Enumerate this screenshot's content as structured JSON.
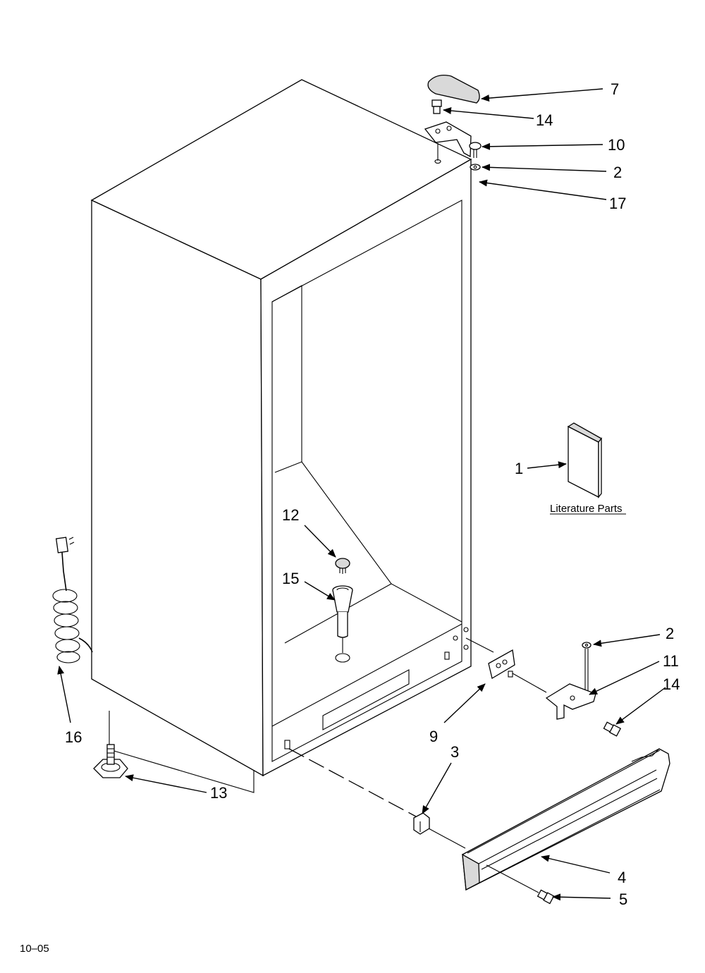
{
  "callouts": {
    "c7": "7",
    "c14_top": "14",
    "c10": "10",
    "c2_top": "2",
    "c17": "17",
    "c1": "1",
    "c12": "12",
    "c15": "15",
    "c16": "16",
    "c2_right": "2",
    "c11": "11",
    "c14_right": "14",
    "c9": "9",
    "c3": "3",
    "c13": "13",
    "c4": "4",
    "c5": "5"
  },
  "literature_label": "Literature Parts",
  "revision_code": "10–05"
}
